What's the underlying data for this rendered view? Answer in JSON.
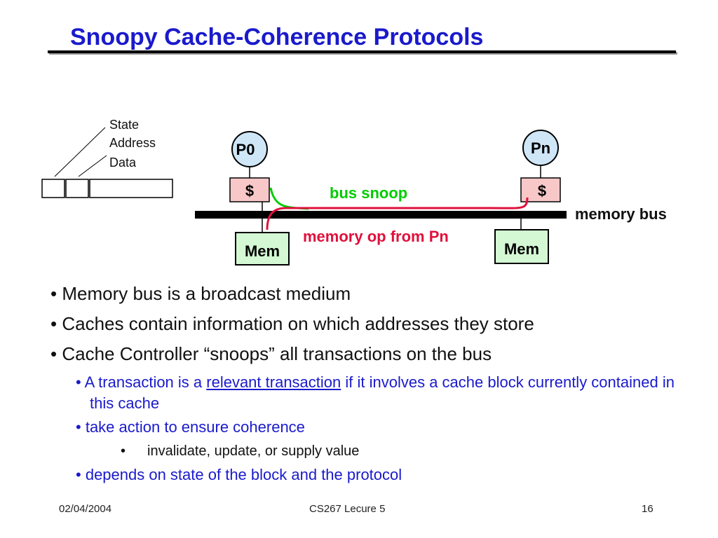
{
  "slide": {
    "title": "Snoopy Cache-Coherence Protocols"
  },
  "diagram": {
    "entry_labels": [
      "State",
      "Address",
      "Data"
    ],
    "processors": [
      "P0",
      "Pn"
    ],
    "cache_label": "$",
    "memory_label": "Mem",
    "bus_label": "memory bus",
    "snoop_label": "bus snoop",
    "memop_label": "memory op from Pn",
    "colors": {
      "processor_fill": "#cfe6f7",
      "cache_fill": "#f8c8c8",
      "memory_fill": "#d3f8d3",
      "snoop_green": "#00cc00",
      "memop_red": "#e0103c",
      "title_blue": "#1a1acc"
    }
  },
  "bullets": {
    "l1": [
      "Memory bus is a broadcast medium",
      "Caches contain information on which addresses they store",
      "Cache Controller “snoops” all transactions on the bus"
    ],
    "l2_a_pre": "A transaction is a ",
    "l2_a_link": "relevant transaction",
    "l2_a_post": " if it involves a cache block currently contained in this cache",
    "l2_b": "take action to ensure coherence",
    "l3": "invalidate, update, or supply value",
    "l2_c": "depends on state of the block and the protocol"
  },
  "footer": {
    "date": "02/04/2004",
    "course": "CS267 Lecure 5",
    "page": "16"
  }
}
